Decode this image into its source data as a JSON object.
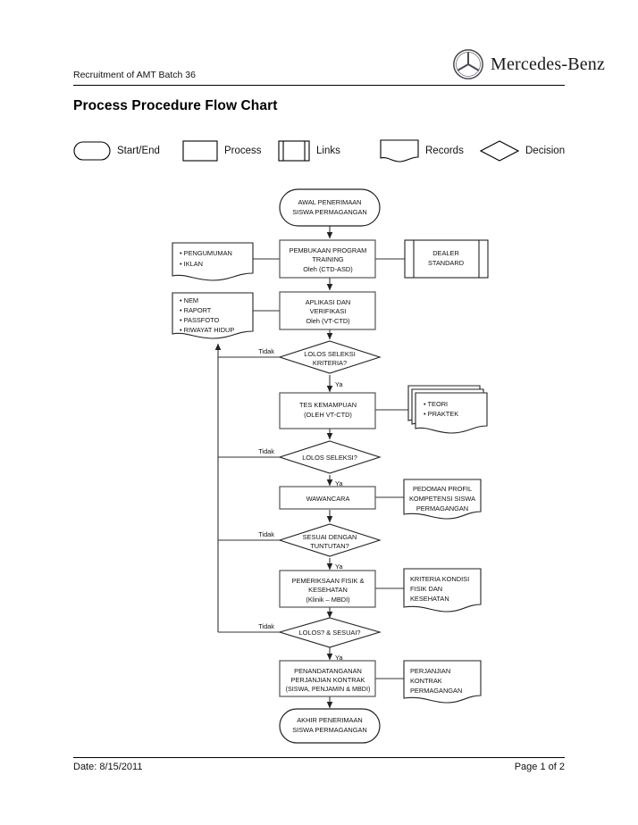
{
  "header": {
    "brand_name": "Mercedes-Benz",
    "brand_mark_icon": "mercedes-star-icon",
    "document_label": "Recruitment of AMT Batch 36",
    "title": "Process Procedure Flow Chart"
  },
  "legend": {
    "items": [
      {
        "shape": "terminator",
        "label": "Start/End"
      },
      {
        "shape": "process",
        "label": "Process"
      },
      {
        "shape": "links",
        "label": "Links"
      },
      {
        "shape": "records",
        "label": "Records"
      },
      {
        "shape": "decision",
        "label": "Decision"
      }
    ]
  },
  "flowchart": {
    "nodes": {
      "start": {
        "shape": "terminator",
        "lines": [
          "AWAL PENERIMAAN",
          "SISWA PERMAGANGAN"
        ]
      },
      "doc_pengumuman": {
        "shape": "records",
        "lines": [
          "• PENGUMUMAN",
          "• IKLAN"
        ]
      },
      "proc_pembukaan": {
        "shape": "process",
        "lines": [
          "PEMBUKAAN PROGRAM",
          "TRAINING",
          "Oleh (CTD-ASD)"
        ]
      },
      "links_dealer": {
        "shape": "links",
        "lines": [
          "DEALER",
          "STANDARD"
        ]
      },
      "doc_berkas": {
        "shape": "records",
        "lines": [
          "• NEM",
          "• RAPORT",
          "• PASSFOTO",
          "• RIWAYAT HIDUP"
        ]
      },
      "proc_aplikasi": {
        "shape": "process",
        "lines": [
          "APLIKASI DAN",
          "VERIFIKASI",
          "Oleh (VT-CTD)"
        ]
      },
      "dec_kriteria": {
        "shape": "decision",
        "lines": [
          "LOLOS SELEKSI",
          "KRITERIA?"
        ]
      },
      "proc_tes": {
        "shape": "process",
        "lines": [
          "TES KEMAMPUAN",
          "(OLEH VT-CTD)"
        ]
      },
      "doc_teori": {
        "shape": "records-stack",
        "lines": [
          "• TEORI",
          "• PRAKTEK"
        ]
      },
      "dec_seleksi": {
        "shape": "decision",
        "lines": [
          "LOLOS SELEKSI?"
        ]
      },
      "proc_wawancara": {
        "shape": "process",
        "lines": [
          "WAWANCARA"
        ]
      },
      "doc_pedoman": {
        "shape": "records",
        "lines": [
          "PEDOMAN PROFIL",
          "KOMPETENSI SISWA",
          "PERMAGANGAN"
        ]
      },
      "dec_sesuai": {
        "shape": "decision",
        "lines": [
          "SESUAI DENGAN",
          "TUNTUTAN?"
        ]
      },
      "proc_fisik": {
        "shape": "process",
        "lines": [
          "PEMERIKSAAN FISIK &",
          "KESEHATAN",
          "(Klinik – MBDI)"
        ]
      },
      "doc_kriteria": {
        "shape": "records",
        "lines": [
          "KRITERIA KONDISI",
          "FISIK DAN",
          "KESEHATAN"
        ]
      },
      "dec_lolos_sesuai": {
        "shape": "decision",
        "lines": [
          "LOLOS? & SESUAI?"
        ]
      },
      "proc_kontrak": {
        "shape": "process",
        "lines": [
          "PENANDATANGANAN",
          "PERJANJIAN KONTRAK",
          "(SISWA, PENJAMIN & MBDI)"
        ]
      },
      "doc_perjanjian": {
        "shape": "records",
        "lines": [
          "PERJANJIAN",
          "KONTRAK",
          "PERMAGANGAN"
        ]
      },
      "end": {
        "shape": "terminator",
        "lines": [
          "AKHIR PENERIMAAN",
          "SISWA PERMAGANGAN"
        ]
      }
    },
    "edge_labels": {
      "no_kriteria": "Tidak",
      "yes_kriteria": "Ya",
      "no_seleksi": "Tidak",
      "yes_seleksi": "Ya",
      "no_sesuai": "Tidak",
      "yes_sesuai": "Ya",
      "no_lolos_sesuai": "Tidak",
      "yes_lolos_sesuai": "Ya"
    }
  },
  "footer": {
    "date": "Date: 8/15/2011",
    "page": "Page 1 of 2"
  },
  "colors": {
    "ink": "#000000",
    "line": "#333333",
    "paper": "#ffffff"
  }
}
